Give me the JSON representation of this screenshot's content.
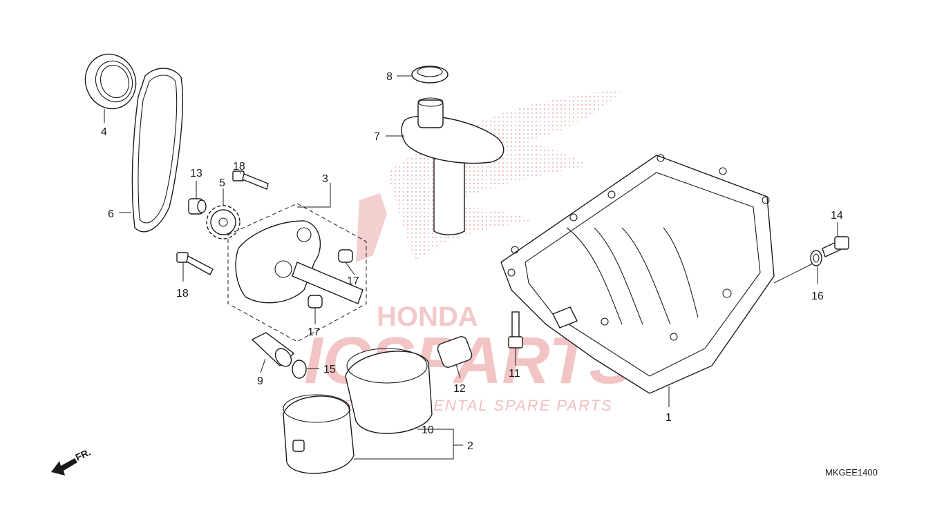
{
  "watermark": {
    "brand_mid": "HONDA",
    "brand_big": "ICSPARTS",
    "tagline": "INTERCONTINENTAL SPARE PARTS",
    "color": "#f2c4c4"
  },
  "diagram_code": "MKGEE1400",
  "direction_label": "FR.",
  "callouts": {
    "c1": "1",
    "c2": "2",
    "c3": "3",
    "c4": "4",
    "c5": "5",
    "c6": "6",
    "c7": "7",
    "c8": "8",
    "c9": "9",
    "c10": "10",
    "c11": "11",
    "c12": "12",
    "c13": "13",
    "c14": "14",
    "c15": "15",
    "c16": "16",
    "c17a": "17",
    "c17b": "17",
    "c18a": "18",
    "c18b": "18"
  }
}
